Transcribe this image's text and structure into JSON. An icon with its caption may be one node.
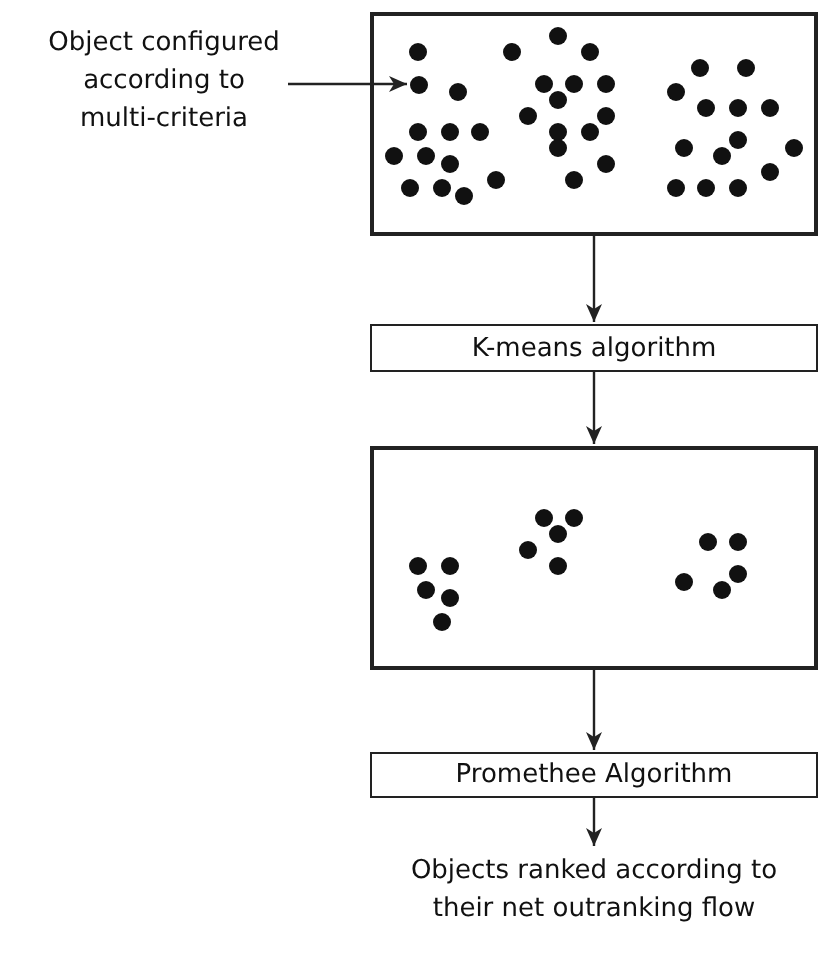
{
  "diagram": {
    "nodes": [
      {
        "text": [
          "Object configured according to multi-criteria"
        ]
      },
      {
        "text": [],
        "shape": "box"
      },
      {
        "text": [],
        "shape": "circle",
        "in": 1
      },
      {
        "text": [
          "K-means algorithm"
        ]
      },
      {
        "text": [],
        "shape": "box"
      },
      {
        "text": [
          "Promethee Algorithm"
        ]
      },
      {
        "text": [
          "Objects ranked according to their net outranking flow"
        ]
      }
    ],
    "edges": [
      {
        "from": 0,
        "to": 2,
        "arrow": "to"
      },
      {
        "from": 1,
        "to": 3,
        "arrow": "to"
      },
      {
        "from": 3,
        "to": 4,
        "arrow": "to"
      },
      {
        "from": 4,
        "to": 5,
        "arrow": "to"
      },
      {
        "from": 5,
        "to": 6,
        "arrow": "to"
      }
    ]
  }
}
